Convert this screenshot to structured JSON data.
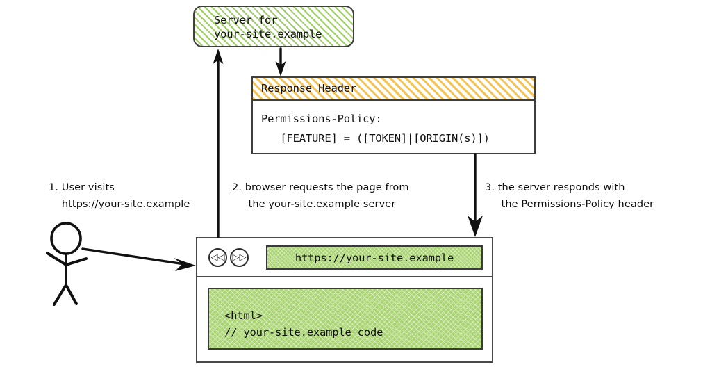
{
  "diagram": {
    "title": "Permissions-Policy response header flow",
    "colors": {
      "server_hatch": "#8cc44c",
      "header_hatch": "#f6c04a",
      "page_green": "#a9d472",
      "ink": "#111111",
      "box_border": "#3f3f3f"
    }
  },
  "server": {
    "label": "Server for\nyour-site.example"
  },
  "response_header": {
    "title": "Response Header",
    "body": "Permissions-Policy:\n   [FEATURE] = ([TOKEN]|[ORIGIN(s)])"
  },
  "browser": {
    "nav": {
      "back_icon": "◁◁",
      "forward_icon": "▷▷"
    },
    "url": "https://your-site.example",
    "page_code": "<html>\n// your-site.example code"
  },
  "captions": {
    "step1": "1. User visits\n    https://your-site.example",
    "step2": "2. browser requests the page from\n     the your-site.example server",
    "step3": "3. the server responds with\n     the Permissions-Policy header"
  },
  "actors": {
    "user": "stick-figure-user"
  }
}
